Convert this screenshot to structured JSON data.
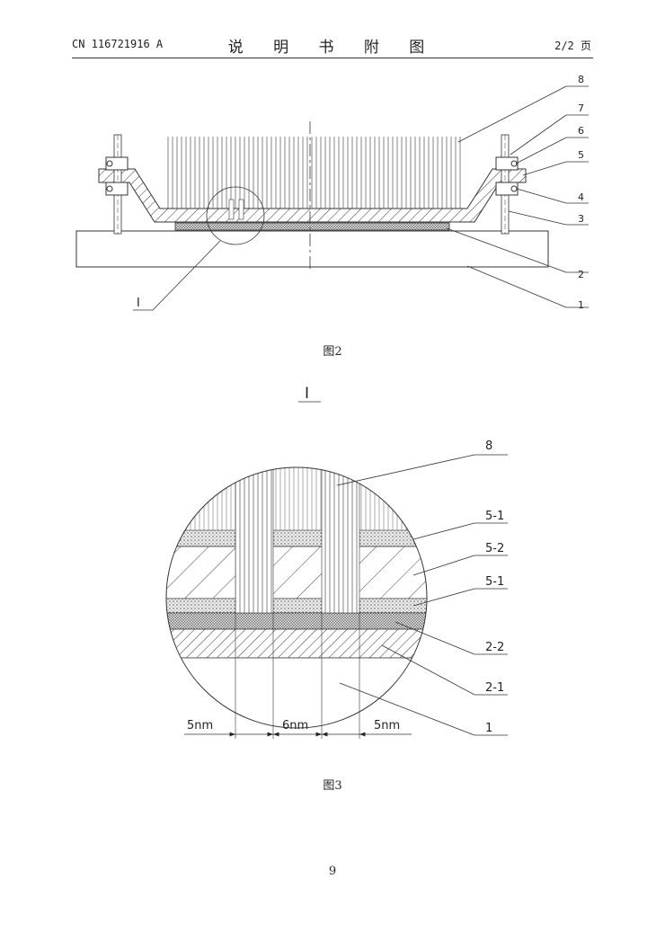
{
  "header": {
    "patent_number": "CN 116721916 A",
    "title": "说 明 书 附 图",
    "page_of": "2/2 页"
  },
  "figure2": {
    "caption": "图2",
    "detail_marker": "I",
    "labels": [
      "8",
      "7",
      "6",
      "5",
      "4",
      "3",
      "2",
      "1"
    ]
  },
  "figure3": {
    "title": "I",
    "caption": "图3",
    "labels": [
      "8",
      "5-1",
      "5-2",
      "5-1",
      "2-2",
      "2-1",
      "1"
    ],
    "dimensions": [
      "5nm",
      "6nm",
      "5nm"
    ]
  },
  "footer": {
    "page_number": "9"
  }
}
